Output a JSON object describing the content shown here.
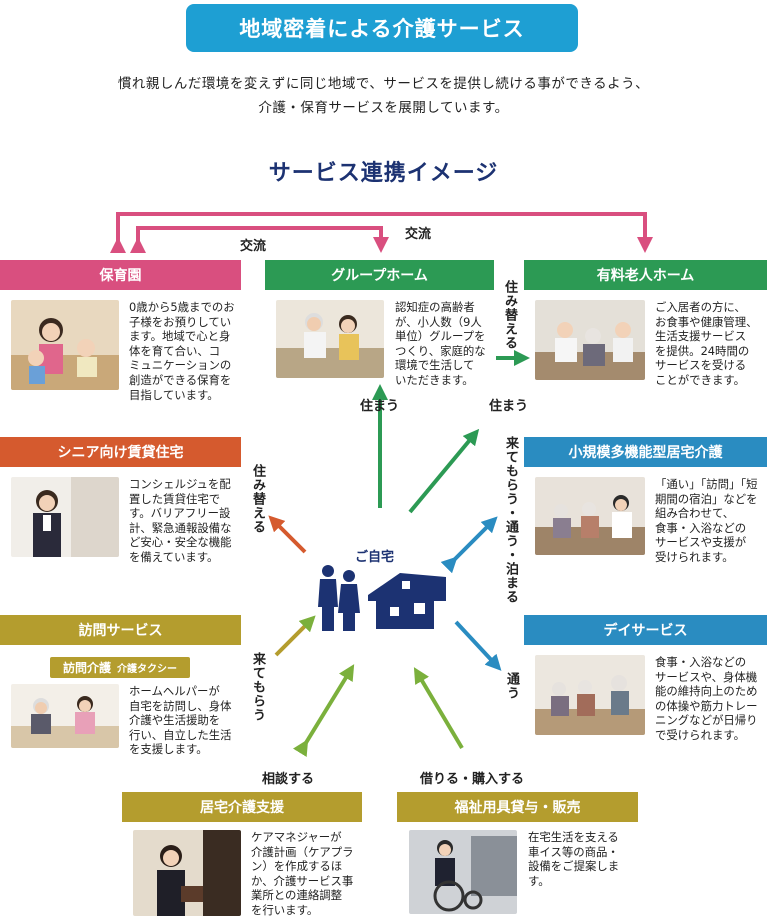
{
  "header": {
    "title": "地域密着による介護サービス",
    "intro_line1": "慣れ親しんだ環境を変えずに同じ地域で、サービスを提供し続ける事ができるよう、",
    "intro_line2": "介護・保育サービスを展開しています。"
  },
  "subtitle": "サービス連携イメージ",
  "colors": {
    "pink": "#d94f7f",
    "green": "#2c9a54",
    "orange": "#d55a2e",
    "blue": "#2a8cc1",
    "olive": "#b49d2e",
    "navy": "#1c3272",
    "light_green": "#7bb03c"
  },
  "exchange_labels": {
    "inner": "交流",
    "outer": "交流"
  },
  "center": {
    "label": "ご自宅",
    "icon": "house-and-family-icon"
  },
  "cards": {
    "nursery": {
      "title": "保育園",
      "description": [
        "0歳から5歳までのお",
        "子様をお預りしてい",
        "ます。地域で心と身",
        "体を育て合い、コ",
        "ミュニケーションの",
        "創造ができる保育を",
        "目指しています。"
      ]
    },
    "group_home": {
      "title": "グループホーム",
      "description": [
        "認知症の高齢者",
        "が、小人数（9人",
        "単位）グループを",
        "つくり、家庭的な",
        "環境で生活して",
        "いただきます。"
      ]
    },
    "paid_home": {
      "title": "有料老人ホーム",
      "description": [
        "ご入居者の方に、",
        "お食事や健康管理、",
        "生活支援サービス",
        "を提供。24時間の",
        "サービスを受ける",
        "ことができます。"
      ]
    },
    "senior_rental": {
      "title": "シニア向け賃貸住宅",
      "description": [
        "コンシェルジュを配",
        "置した賃貸住宅で",
        "す。バリアフリー設",
        "計、緊急通報設備な",
        "ど安心・安全な機能",
        "を備えています。"
      ]
    },
    "small_multi": {
      "title": "小規模多機能型居宅介護",
      "description": [
        "「通い」「訪問」「短",
        "期間の宿泊」などを",
        "組み合わせて、",
        "食事・入浴などの",
        "サービスや支援が",
        "受けられます。"
      ]
    },
    "visit": {
      "title": "訪問サービス",
      "sub_label": "訪問介護",
      "sub_label_small": "介護タクシー",
      "description": [
        "ホームヘルパーが",
        "自宅を訪問し、身体",
        "介護や生活援助を",
        "行い、自立した生活",
        "を支援します。"
      ]
    },
    "day": {
      "title": "デイサービス",
      "description": [
        "食事・入浴などの",
        "サービスや、身体機",
        "能の維持向上のため",
        "の体操や筋力トレー",
        "ニングなどが日帰り",
        "で受けられます。"
      ]
    },
    "care_plan": {
      "title": "居宅介護支援",
      "description": [
        "ケアマネジャーが",
        "介護計画（ケアプラ",
        "ン）を作成するほ",
        "か、介護サービス事",
        "業所との連絡調整",
        "を行います。"
      ]
    },
    "welfare": {
      "title": "福祉用具貸与・販売",
      "description": [
        "在宅生活を支える",
        "車イス等の商品・",
        "設備をご提案しま",
        "す。"
      ]
    }
  },
  "arrow_labels": {
    "move_in_top": "住み替える",
    "live_left": "住まう",
    "live_right": "住まう",
    "move_in_left": "住み替える",
    "come_stay": "来てもらう・通う・泊まる",
    "come_visit": "来てもらう",
    "commute": "通う",
    "consult": "相談する",
    "rent_buy": "借りる・購入する"
  }
}
